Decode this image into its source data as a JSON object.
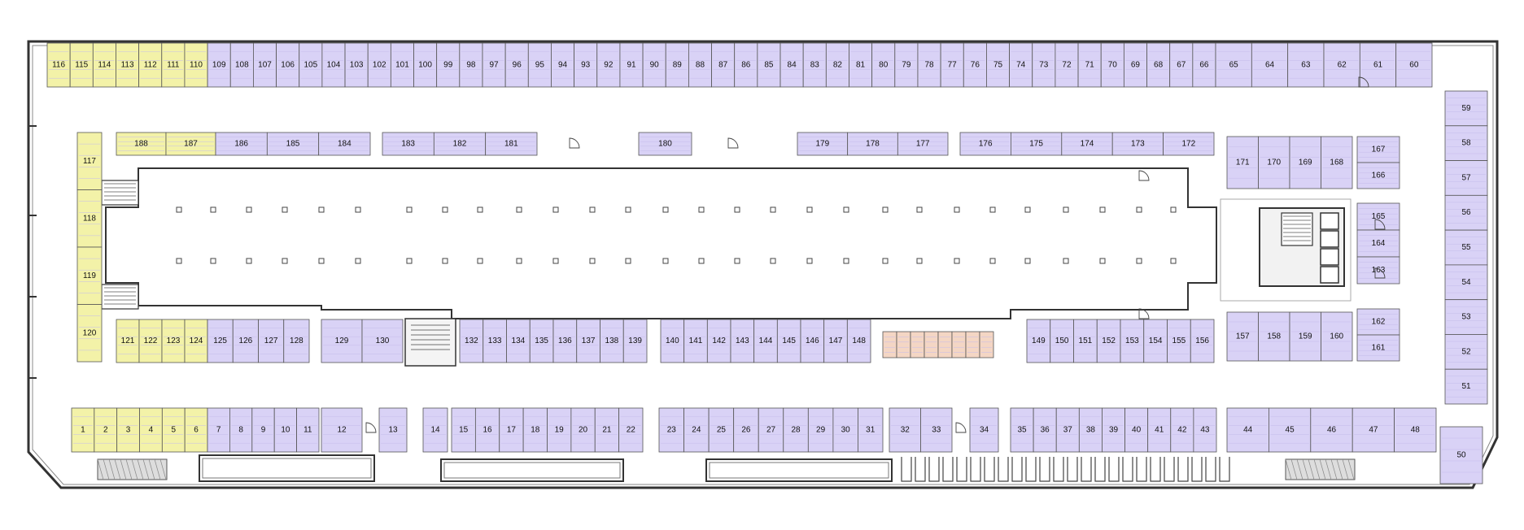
{
  "colors": {
    "standard_unit": "#d9d2f6",
    "highlight_unit": "#f3f2a8",
    "special_unit": "#f4d6c4",
    "wall": "#333333",
    "background": "#ffffff"
  },
  "floor_plan": {
    "units": {
      "top_outer": [
        "116",
        "115",
        "114",
        "113",
        "112",
        "111",
        "110",
        "109",
        "108",
        "107",
        "106",
        "105",
        "104",
        "103",
        "102",
        "101",
        "100",
        "99",
        "98",
        "97",
        "96",
        "95",
        "94",
        "93",
        "92",
        "91",
        "90",
        "89",
        "88",
        "87",
        "86",
        "85",
        "84",
        "83",
        "82",
        "81",
        "80",
        "79",
        "78",
        "77",
        "76",
        "75",
        "74",
        "73",
        "72",
        "71",
        "70",
        "69",
        "68",
        "67",
        "66",
        "65",
        "64",
        "63",
        "62",
        "61",
        "60"
      ],
      "right_outer": [
        "59",
        "58",
        "57",
        "56",
        "55",
        "54",
        "53",
        "52",
        "51",
        "50"
      ],
      "inner_top": [
        "188",
        "187",
        "186",
        "185",
        "184",
        "183",
        "182",
        "181",
        "180",
        "179",
        "178",
        "177",
        "176",
        "175",
        "174",
        "173",
        "172"
      ],
      "inner_left": [
        "117",
        "118",
        "119",
        "120"
      ],
      "inner_bottom": [
        "121",
        "122",
        "123",
        "124",
        "125",
        "126",
        "127",
        "128",
        "129",
        "130",
        "132",
        "133",
        "134",
        "135",
        "136",
        "137",
        "138",
        "139",
        "140",
        "141",
        "142",
        "143",
        "144",
        "145",
        "146",
        "147",
        "148",
        "149",
        "150",
        "151",
        "152",
        "153",
        "154",
        "155",
        "156"
      ],
      "right_block_top": [
        "171",
        "170",
        "169",
        "168",
        "167",
        "166"
      ],
      "right_block_mid": [
        "165",
        "164",
        "163"
      ],
      "right_block_bottom": [
        "157",
        "158",
        "159",
        "160",
        "162",
        "161"
      ],
      "bottom_outer": [
        "1",
        "2",
        "3",
        "4",
        "5",
        "6",
        "7",
        "8",
        "9",
        "10",
        "11",
        "12",
        "13",
        "14",
        "15",
        "16",
        "17",
        "18",
        "19",
        "20",
        "21",
        "22",
        "23",
        "24",
        "25",
        "26",
        "27",
        "28",
        "29",
        "30",
        "31",
        "32",
        "33",
        "34",
        "35",
        "36",
        "37",
        "38",
        "39",
        "40",
        "41",
        "42",
        "43",
        "44",
        "45",
        "46",
        "47",
        "48"
      ]
    },
    "highlight_units": [
      "1",
      "2",
      "3",
      "4",
      "5",
      "6",
      "110",
      "111",
      "112",
      "113",
      "114",
      "115",
      "116",
      "117",
      "118",
      "119",
      "120",
      "121",
      "122",
      "123",
      "124",
      "187",
      "188"
    ]
  }
}
